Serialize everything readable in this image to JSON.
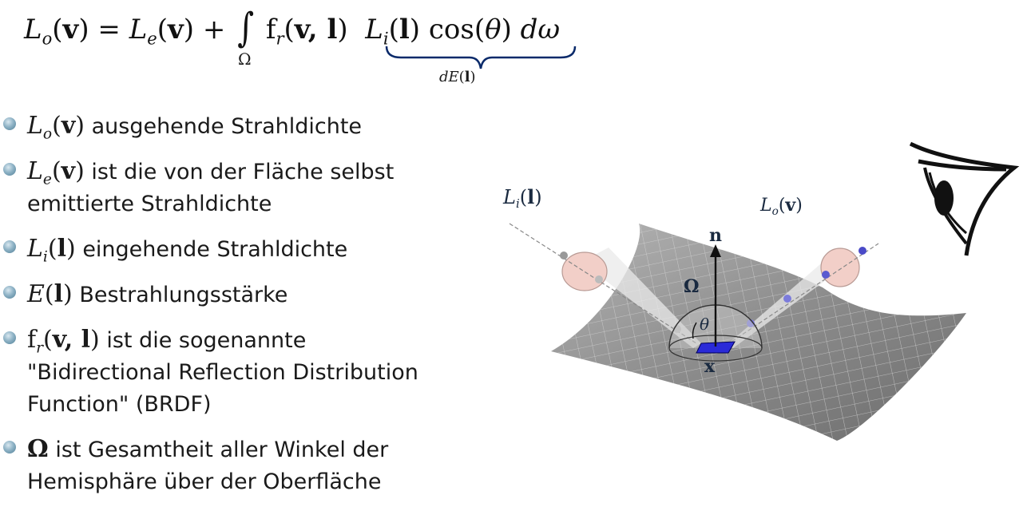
{
  "formula": {
    "lhs": "L",
    "lhs_sub": "o",
    "arg_v": "v",
    "eq": "=",
    "le": "L",
    "le_sub": "e",
    "plus": "+",
    "integral": "∫",
    "integral_domain": "Ω",
    "fr": "f",
    "fr_sub": "r",
    "fr_args": "v, l",
    "li": "L",
    "li_sub": "i",
    "arg_l": "l",
    "cos": "cos",
    "theta": "θ",
    "domega": "dω",
    "brace_label_d": "dE",
    "brace_label_arg": "l"
  },
  "bullets": [
    {
      "sym": "L",
      "sub": "o",
      "arg": "v",
      "text": "ausgehende Strahldichte",
      "text2": ""
    },
    {
      "sym": "L",
      "sub": "e",
      "arg": "v",
      "text": "ist die von der Fläche selbst",
      "text2": "emittierte Strahldichte"
    },
    {
      "sym": "L",
      "sub": "i",
      "arg": "l",
      "text": "eingehende Strahldichte",
      "text2": ""
    },
    {
      "sym": "E",
      "sub": "",
      "arg": "l",
      "text": "Bestrahlungsstärke",
      "text2": ""
    },
    {
      "sym": "f",
      "sub": "r",
      "arg": "v, l",
      "text": "ist die sogenannte",
      "text2": "\"Bidirectional Reflection Distribution",
      "text3": "Function\" (BRDF)"
    },
    {
      "sym": "Ω",
      "sub": "",
      "arg": "",
      "text": "ist Gesamtheit aller Winkel der",
      "text2": "Hemisphäre über der Oberfläche"
    }
  ],
  "figure": {
    "label_li_sym": "L",
    "label_li_sub": "i",
    "label_li_arg": "l",
    "label_lo_sym": "L",
    "label_lo_sub": "o",
    "label_lo_arg": "v",
    "label_n": "n",
    "label_omega": "Ω",
    "label_theta": "θ",
    "label_x": "x",
    "surface_color": "#8a8a8a",
    "patch_color": "#2a2ad8",
    "cone_color": "#f2cfc8"
  }
}
